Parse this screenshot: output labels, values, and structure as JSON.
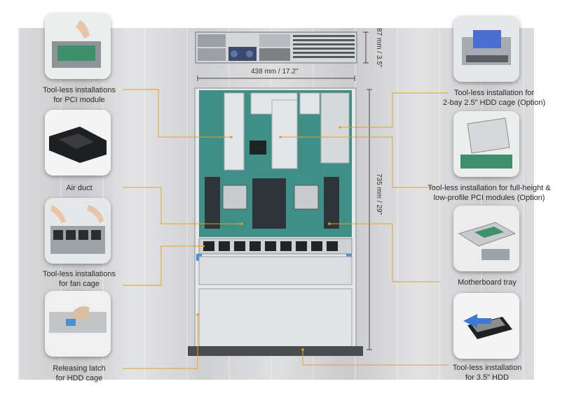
{
  "dimensions": {
    "width": "438 mm / 17.2\"",
    "height": "87 mm / 3.5\"",
    "depth": "735 mm / 29\""
  },
  "callouts": {
    "pci_module": [
      "Tool-less installations",
      "for PCI module"
    ],
    "air_duct": [
      "Air duct"
    ],
    "fan_cage": [
      "Tool-less installations",
      "for  fan cage"
    ],
    "hdd_latch": [
      "Releasing latch",
      "for HDD cage"
    ],
    "hdd_cage_25": [
      "Tool-less installation for",
      "2-bay 2.5\" HDD cage (Option)"
    ],
    "pci_full_low": [
      "Tool-less installation for full-height &",
      "low-profile PCI modules (Option)"
    ],
    "mb_tray": [
      "Motherboard tray"
    ],
    "hdd_35": [
      "Tool-less installation",
      "for 3.5\" HDD"
    ]
  },
  "colors": {
    "leader": "#e3a02a",
    "board": "#3f8f87",
    "chassis": "#cfd1d3",
    "background": "#ffffff"
  }
}
